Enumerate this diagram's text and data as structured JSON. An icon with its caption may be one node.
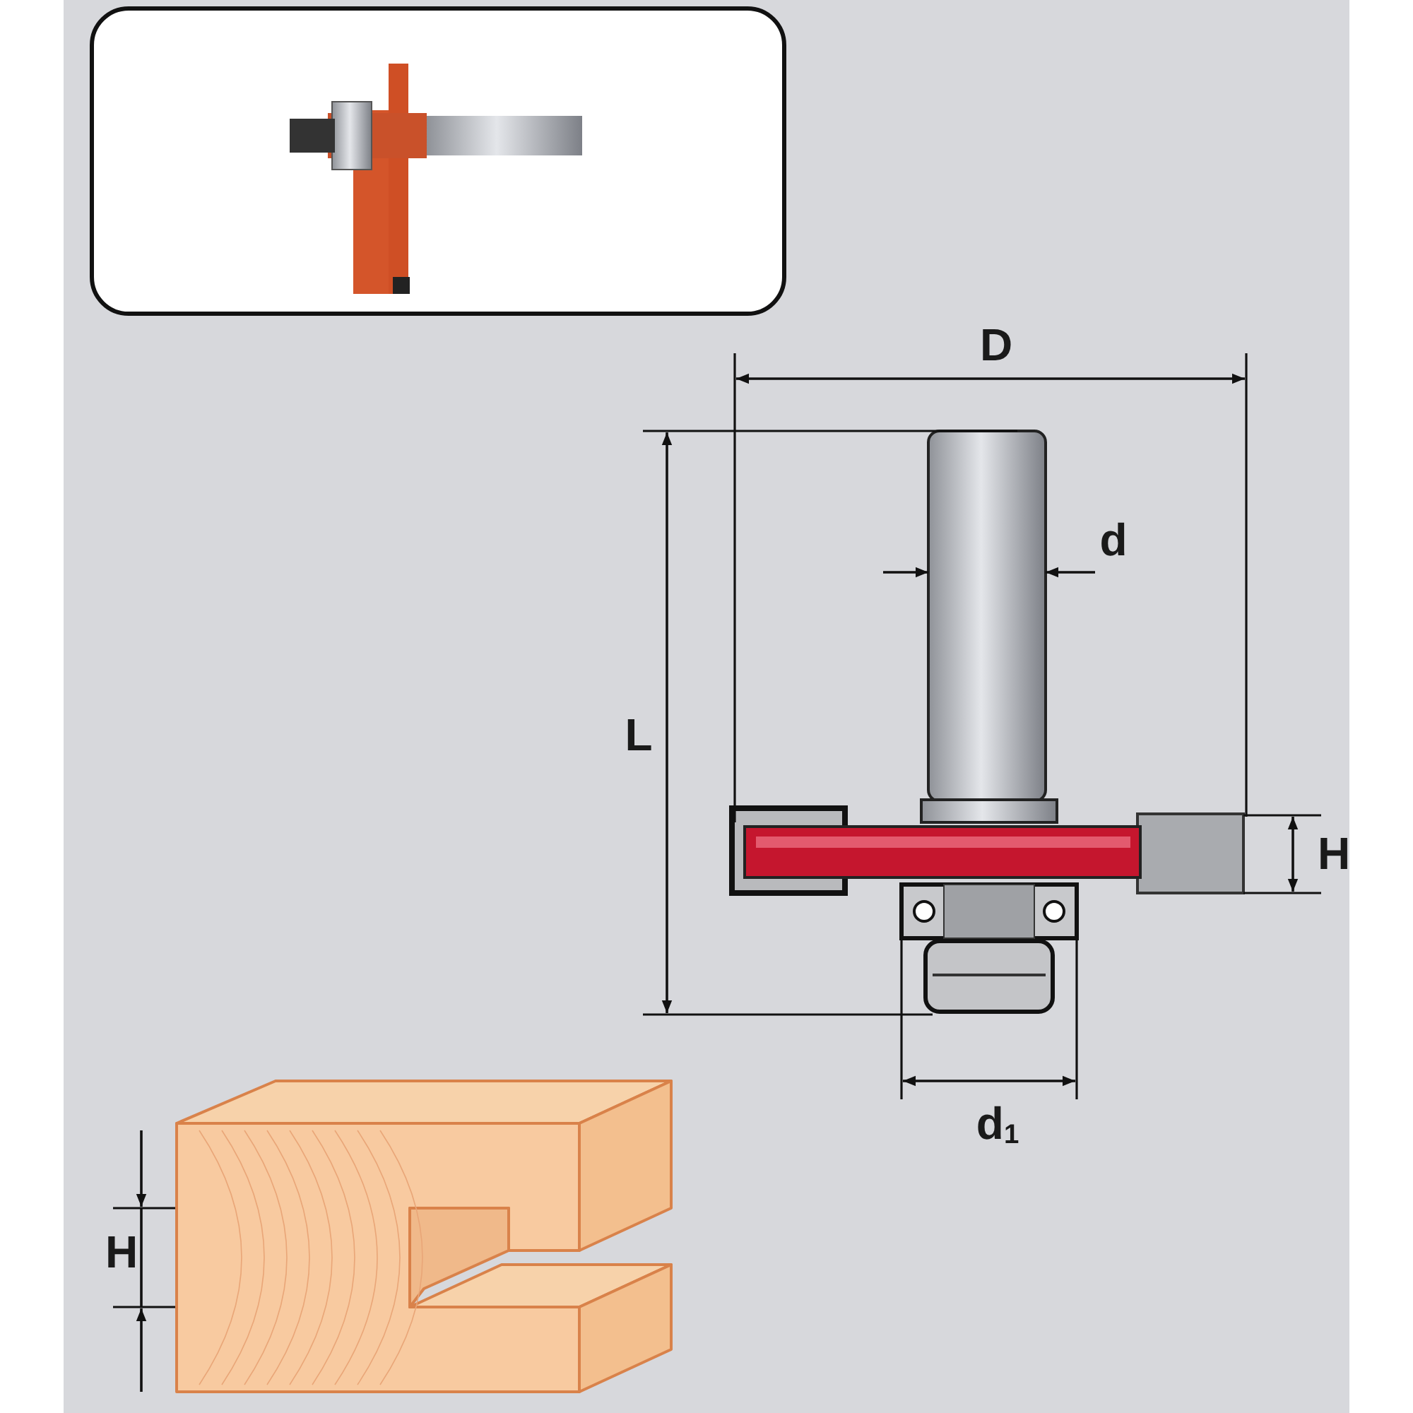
{
  "diagram": {
    "labels": [
      "D",
      "d",
      "L",
      "H",
      "d$_{1}$",
      "H"
    ]
  }
}
